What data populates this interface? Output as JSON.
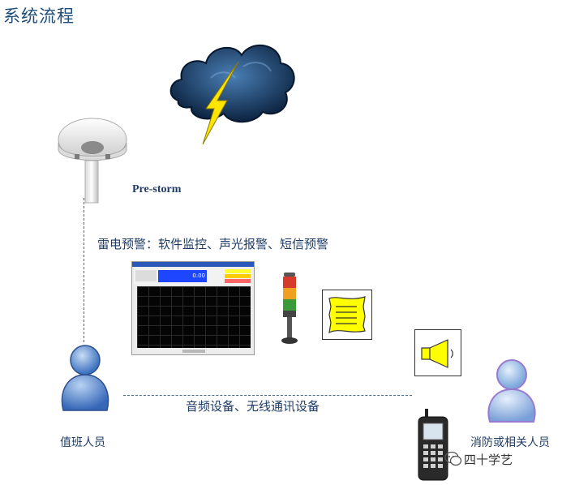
{
  "title": "系统流程",
  "prestorm_label": "Pre-storm",
  "warning_text": "雷电预警：软件监控、声光报警、短信预警",
  "comm_text": "音频设备、无线通讯设备",
  "duty_label": "值班人员",
  "fire_label": "消防或相关人员",
  "watermark": "四十学艺",
  "monitor_reading": "0.00",
  "colors": {
    "title": "#1f4e79",
    "text": "#1f3c66",
    "dash": "#4a6a8a",
    "doc_yellow": "#ffff00",
    "lightning": "#ffe600",
    "person_blue": "#5b8fd6",
    "person_light": "#93bde6"
  },
  "icons": [
    "storm-cloud-icon",
    "lightning-bolt-icon",
    "sensor-antenna-icon",
    "monitor-software-icon",
    "signal-tower-light-icon",
    "document-icon",
    "speaker-icon",
    "person-icon",
    "mobile-phone-icon",
    "wechat-icon"
  ]
}
